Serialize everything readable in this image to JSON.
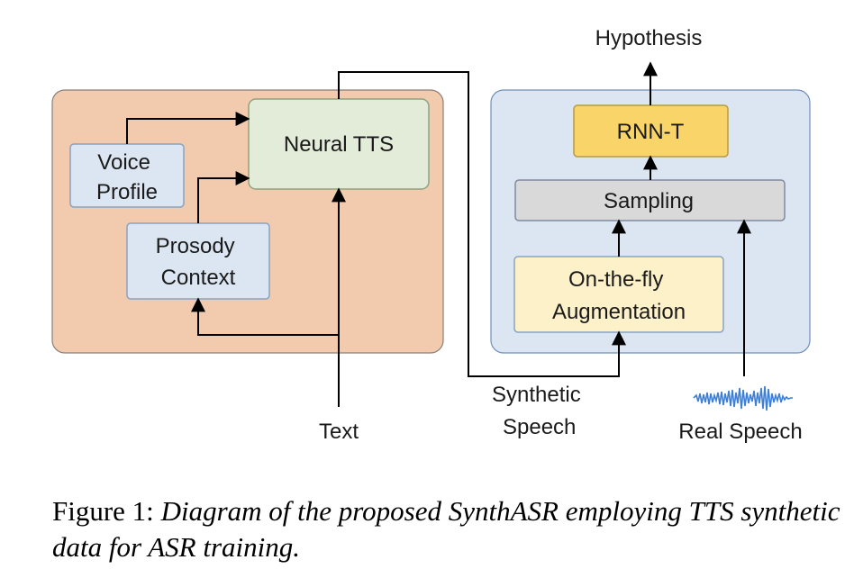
{
  "diagram": {
    "nodes": {
      "voice_profile": [
        "Voice",
        "Profile"
      ],
      "prosody_context": [
        "Prosody",
        "Context"
      ],
      "neural_tts": "Neural TTS",
      "rnn_t": "RNN-T",
      "sampling": "Sampling",
      "augmentation": [
        "On-the-fly",
        "Augmentation"
      ]
    },
    "io_labels": {
      "hypothesis": "Hypothesis",
      "text": "Text",
      "synthetic_speech": [
        "Synthetic",
        "Speech"
      ],
      "real_speech": "Real Speech"
    },
    "colors": {
      "left_panel": "#f2cbae",
      "right_panel": "#dce6f2",
      "small_box": "#dce6f2",
      "tts_box": "#e3ebd9",
      "rnn_box": "#f9d468",
      "sampling_box": "#d9d9d9",
      "aug_box": "#fdf1c9",
      "waveform": "#3d7fd6"
    }
  },
  "caption": {
    "label": "Figure 1:",
    "text": "Diagram of the proposed SynthASR employing TTS synthetic data for ASR training."
  }
}
